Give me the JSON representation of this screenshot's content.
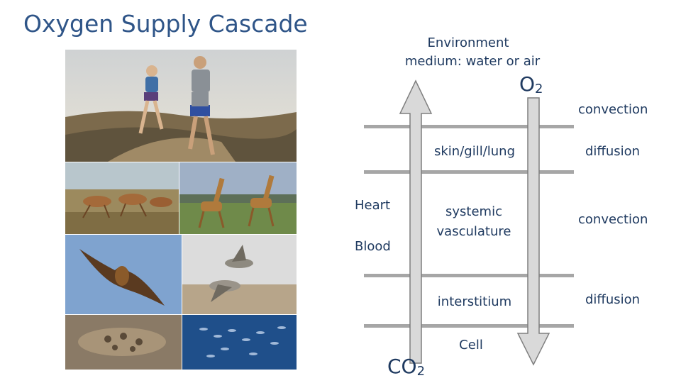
{
  "title": "Oxygen Supply Cascade",
  "photos": [
    {
      "subject": "runners"
    },
    {
      "subject": "antelopes"
    },
    {
      "subject": "giraffes"
    },
    {
      "subject": "bat"
    },
    {
      "subject": "geese"
    },
    {
      "subject": "frog"
    },
    {
      "subject": "fish"
    }
  ],
  "diagram": {
    "environment_line1": "Environment",
    "environment_line2": "medium: water or air",
    "o2_label": "O",
    "o2_sub": "2",
    "co2_label": "CO",
    "co2_sub": "2",
    "layers": {
      "skin": "skin/gill/lung",
      "systemic_line1": "systemic",
      "systemic_line2": "vasculature",
      "interstitium": "interstitium",
      "cell": "Cell"
    },
    "left_labels": {
      "heart": "Heart",
      "blood": "Blood"
    },
    "processes": {
      "p1": "convection",
      "p2": "diffusion",
      "p3": "convection",
      "p4": "diffusion"
    }
  },
  "colors": {
    "title": "#2f5588",
    "text": "#1f3a60",
    "bar": "#a6a6a6",
    "arrow_fill": "#d9d9d9",
    "arrow_stroke": "#7f7f7f"
  }
}
